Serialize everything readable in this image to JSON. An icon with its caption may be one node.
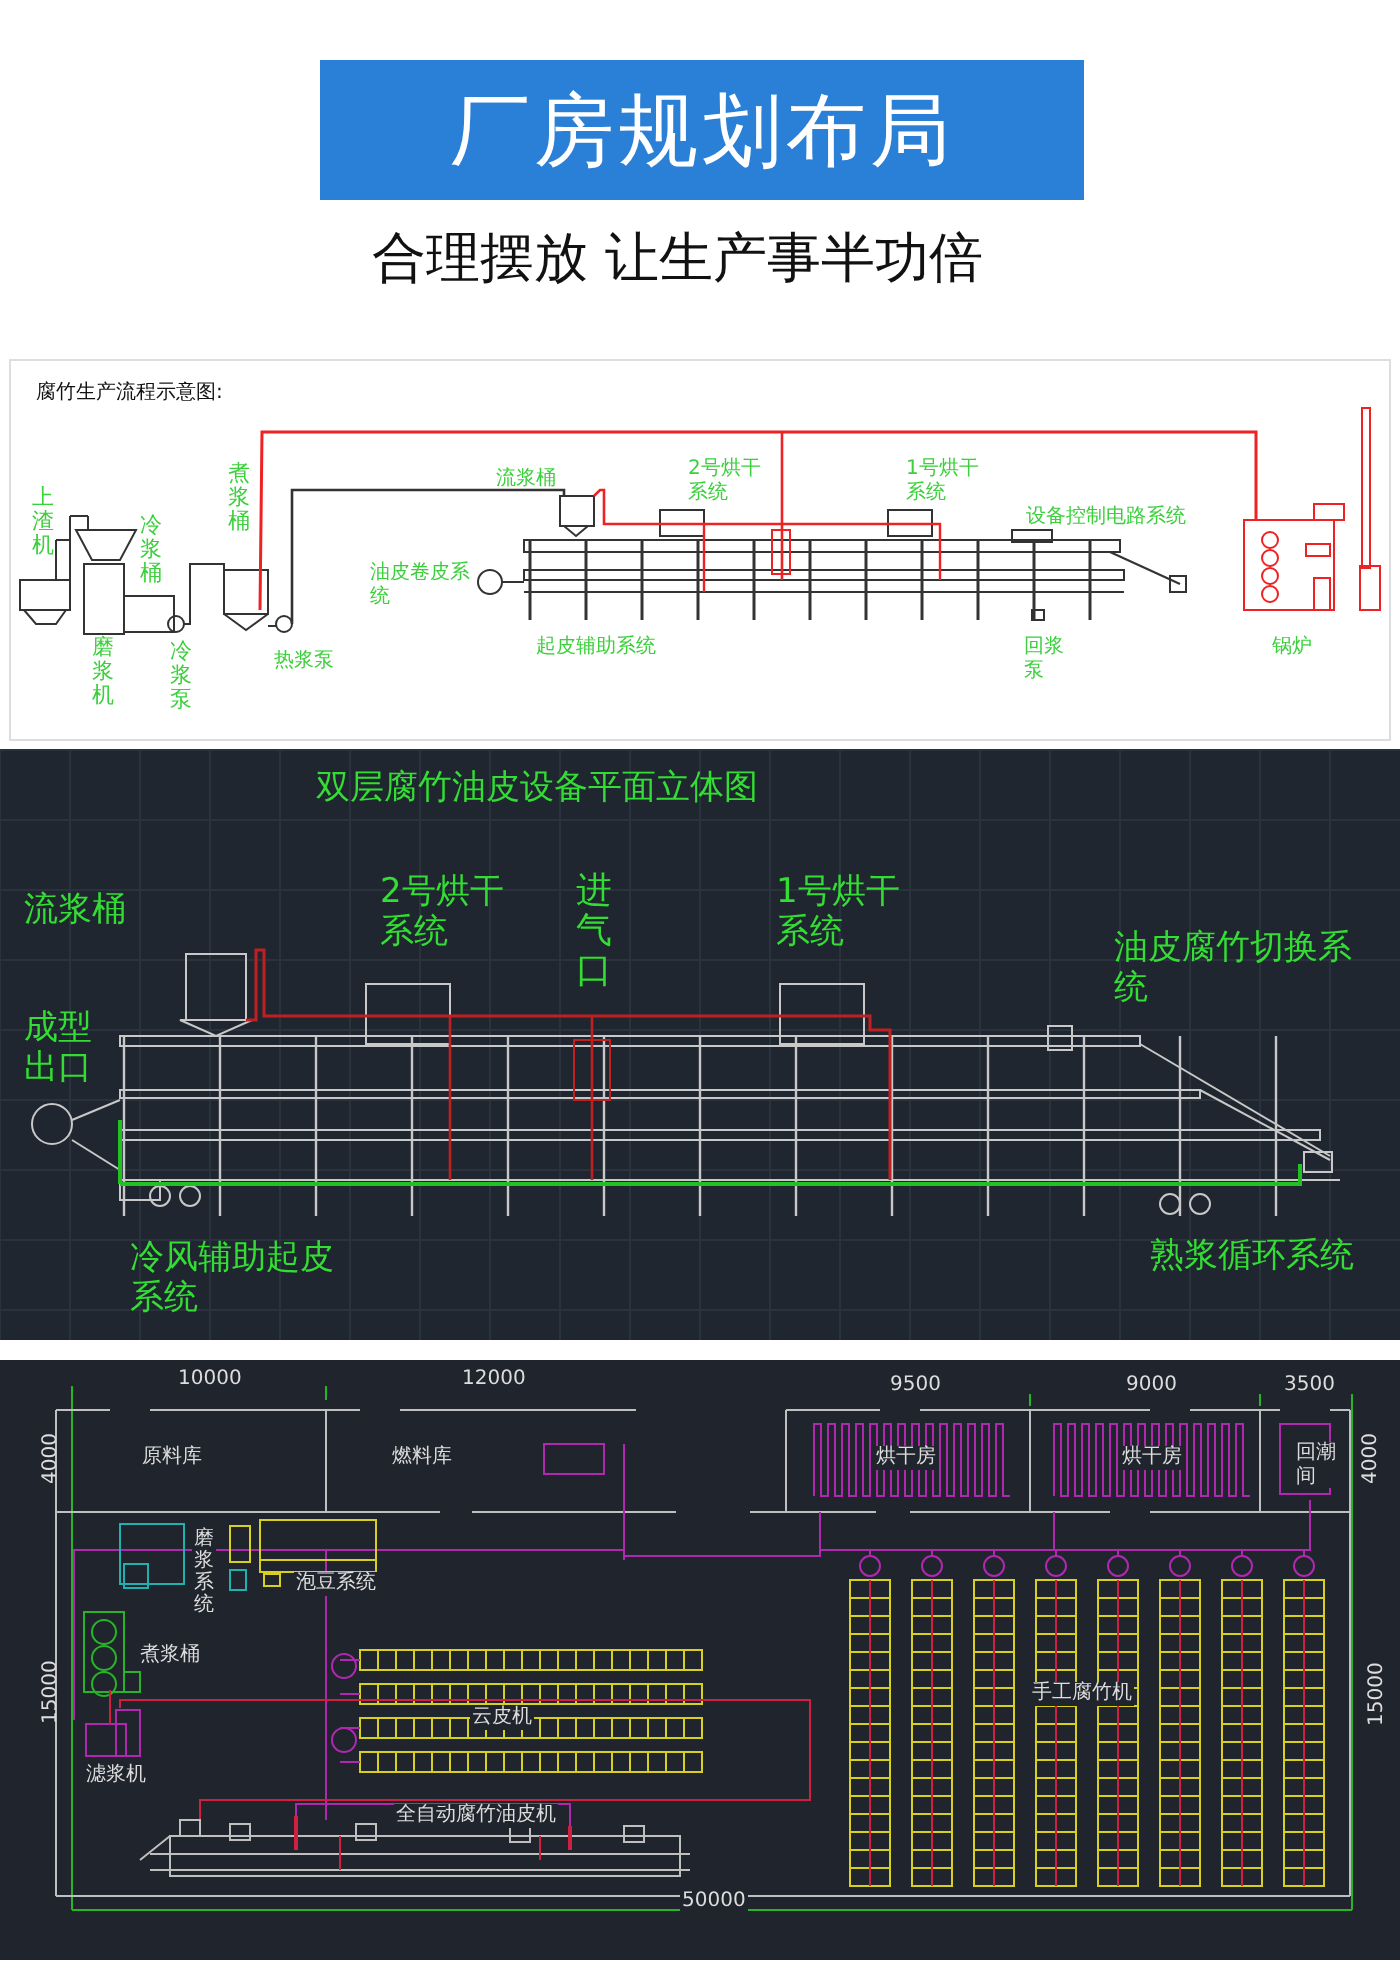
{
  "diagram": {
    "nodes": [
      {
        "text": [
          "厂房规划布局"
        ]
      }
    ],
    "labels": [
      "合理摆放 让生产事半功倍",
      "腐竹生产流程示意图:",
      "上渣机",
      "冷浆桶",
      "煮浆桶",
      "流浆桶",
      "2号烘干系统",
      "1号烘干系统",
      "设备控制电路系统",
      "油皮卷皮系统",
      "磨浆机",
      "冷浆泵",
      "热浆泵",
      "起皮辅助系统",
      "回浆泵",
      "锅炉",
      "双层腐竹油皮设备平面立体图",
      "流浆桶",
      "2号烘干系统",
      "进气口",
      "1号烘干系统",
      "油皮腐竹切换系统",
      "成型出口",
      "冷风辅助起皮系统",
      "熟浆循环系统",
      "10000",
      "12000",
      "9500",
      "9000",
      "3500",
      "4000",
      "原料库",
      "燃料库",
      "烘干房",
      "烘干房",
      "回潮间",
      "4000",
      "磨浆系统",
      "泡豆系统",
      "煮浆桶",
      "15000",
      "云皮机",
      "手工腐竹机",
      "15000",
      "滤浆机",
      "全自动腐竹油皮机",
      "50000"
    ]
  }
}
